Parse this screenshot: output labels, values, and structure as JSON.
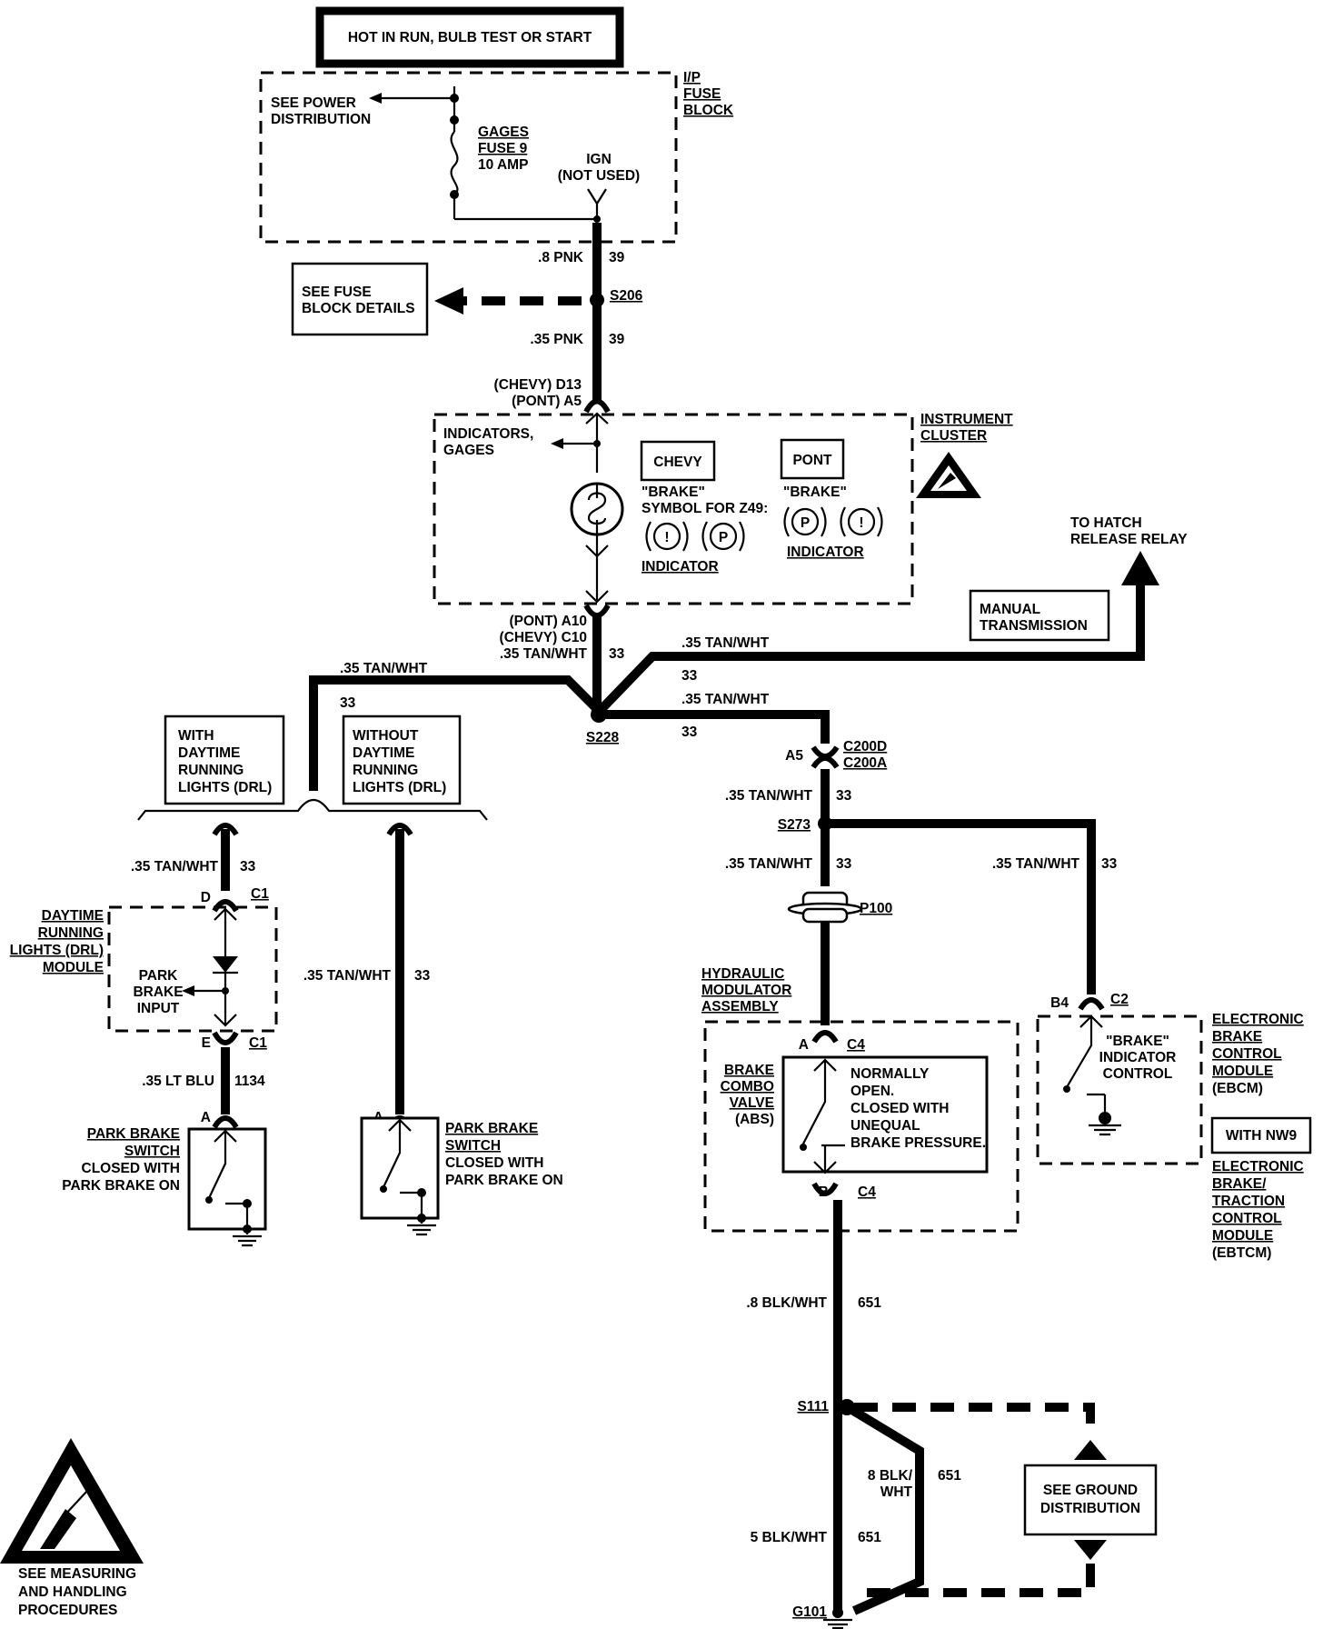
{
  "header": {
    "hot_label": "HOT IN RUN, BULB TEST OR START"
  },
  "fuse_block": {
    "title_lines": [
      "I/P",
      "FUSE",
      "BLOCK"
    ],
    "see_power": [
      "SEE POWER",
      "DISTRIBUTION"
    ],
    "fuse_lines": [
      "GAGES",
      "FUSE 9",
      "10 AMP"
    ],
    "ign_lines": [
      "IGN",
      "(NOT USED)"
    ]
  },
  "fuse_details": [
    "SEE FUSE",
    "BLOCK DETAILS"
  ],
  "wires": {
    "w_8pnk": ".8 PNK",
    "w_35pnk": ".35 PNK",
    "circ_39": "39",
    "tan_wht": ".35 TAN/WHT",
    "circ_33": "33",
    "lt_blu": ".35 LT BLU",
    "circ_1134": "1134",
    "blk_wht_8": ".8 BLK/WHT",
    "circ_651": "651",
    "blk_wht_8b": [
      "8 BLK/",
      "WHT"
    ],
    "blk_wht_5": "5 BLK/WHT"
  },
  "splices": {
    "s206": "S206",
    "s228": "S228",
    "s273": "S273",
    "s111": "S111",
    "g101": "G101"
  },
  "connectors": {
    "chevy_d13": "(CHEVY)  D13",
    "pont_a5": "(PONT)  A5",
    "pont_a10": "(PONT)  A10",
    "chevy_c10": "(CHEVY)  C10",
    "a5": "A5",
    "c200d": "C200D",
    "c200a": "C200A",
    "p100": "P100",
    "a": "A",
    "b": "B",
    "c4": "C4",
    "d": "D",
    "e": "E",
    "c1": "C1",
    "b4": "B4",
    "c2": "C2"
  },
  "cluster": {
    "title_lines": [
      "INSTRUMENT",
      "CLUSTER"
    ],
    "indicators": [
      "INDICATORS,",
      "GAGES"
    ],
    "chevy": "CHEVY",
    "pont": "PONT",
    "chevy_text": [
      "\"BRAKE\"",
      "SYMBOL FOR Z49:"
    ],
    "pont_text": "\"BRAKE\"",
    "indicator": "INDICATOR",
    "sym_i": "!",
    "sym_p": "P"
  },
  "hatch": {
    "to_hatch": [
      "TO HATCH",
      "RELEASE RELAY"
    ],
    "manual": [
      "MANUAL",
      "TRANSMISSION"
    ]
  },
  "drl": {
    "with": [
      "WITH",
      "DAYTIME",
      "RUNNING",
      "LIGHTS (DRL)"
    ],
    "without": [
      "WITHOUT",
      "DAYTIME",
      "RUNNING",
      "LIGHTS (DRL)"
    ],
    "module": [
      "DAYTIME",
      "RUNNING",
      "LIGHTS (DRL)",
      "MODULE"
    ],
    "park_input": [
      "PARK",
      "BRAKE",
      "INPUT"
    ]
  },
  "park_switch": {
    "left": [
      "PARK BRAKE",
      "SWITCH",
      "CLOSED WITH",
      "PARK BRAKE ON"
    ],
    "right": [
      "PARK BRAKE",
      "SWITCH",
      "CLOSED WITH",
      "PARK BRAKE ON"
    ]
  },
  "hydraulic": {
    "title": [
      "HYDRAULIC",
      "MODULATOR",
      "ASSEMBLY"
    ],
    "valve": [
      "BRAKE",
      "COMBO",
      "VALVE",
      "(ABS)"
    ],
    "valve_desc": [
      "NORMALLY",
      "OPEN.",
      "CLOSED WITH",
      "UNEQUAL",
      "BRAKE PRESSURE."
    ]
  },
  "ebcm": {
    "control": [
      "\"BRAKE\"",
      "INDICATOR",
      "CONTROL"
    ],
    "title": [
      "ELECTRONIC",
      "BRAKE",
      "CONTROL",
      "MODULE",
      "(EBCM)"
    ],
    "with_nw9": "WITH NW9",
    "ebtcm": [
      "ELECTRONIC",
      "BRAKE/",
      "TRACTION",
      "CONTROL",
      "MODULE",
      "(EBTCM)"
    ]
  },
  "ground": {
    "see": [
      "SEE GROUND",
      "DISTRIBUTION"
    ]
  },
  "esd": {
    "label": [
      "SEE MEASURING",
      "AND HANDLING",
      "PROCEDURES"
    ]
  }
}
